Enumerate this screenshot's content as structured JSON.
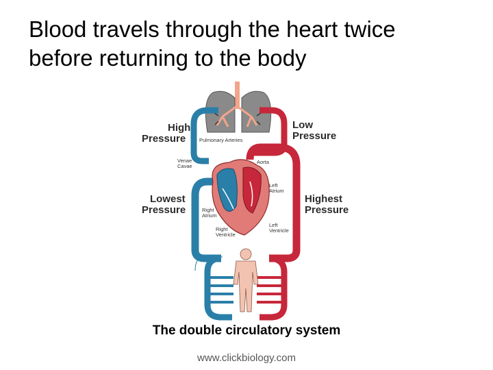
{
  "slide": {
    "title_line1": "Blood travels through the heart twice",
    "title_line2": "before returning to the body",
    "caption": "The double circulatory system",
    "source": "www.clickbiology.com"
  },
  "diagram": {
    "labels": {
      "high": "High",
      "pressure_high": "Pressure",
      "low": "Low",
      "pressure_low": "Pressure",
      "lowest": "Lowest",
      "pressure_lowest": "Pressure",
      "highest": "Highest",
      "pressure_highest": "Pressure",
      "pulmonary_arteries": "Pulmonary Arteries",
      "venae": "Venae",
      "cavae": "Cavae",
      "aorta": "Aorta",
      "left": "Left",
      "atrium": "Atrium",
      "right": "Right",
      "ventricle": "Ventricle",
      "left2": "Left",
      "ventricle2": "Ventricle",
      "right2": "Right",
      "atrium2": "Atrium"
    },
    "colors": {
      "deoxygenated": "#2a7fa8",
      "oxygenated": "#c7273a",
      "lungs": "#8a8a8a",
      "heart": "#e07b77",
      "body": "#f2c3b0"
    }
  }
}
